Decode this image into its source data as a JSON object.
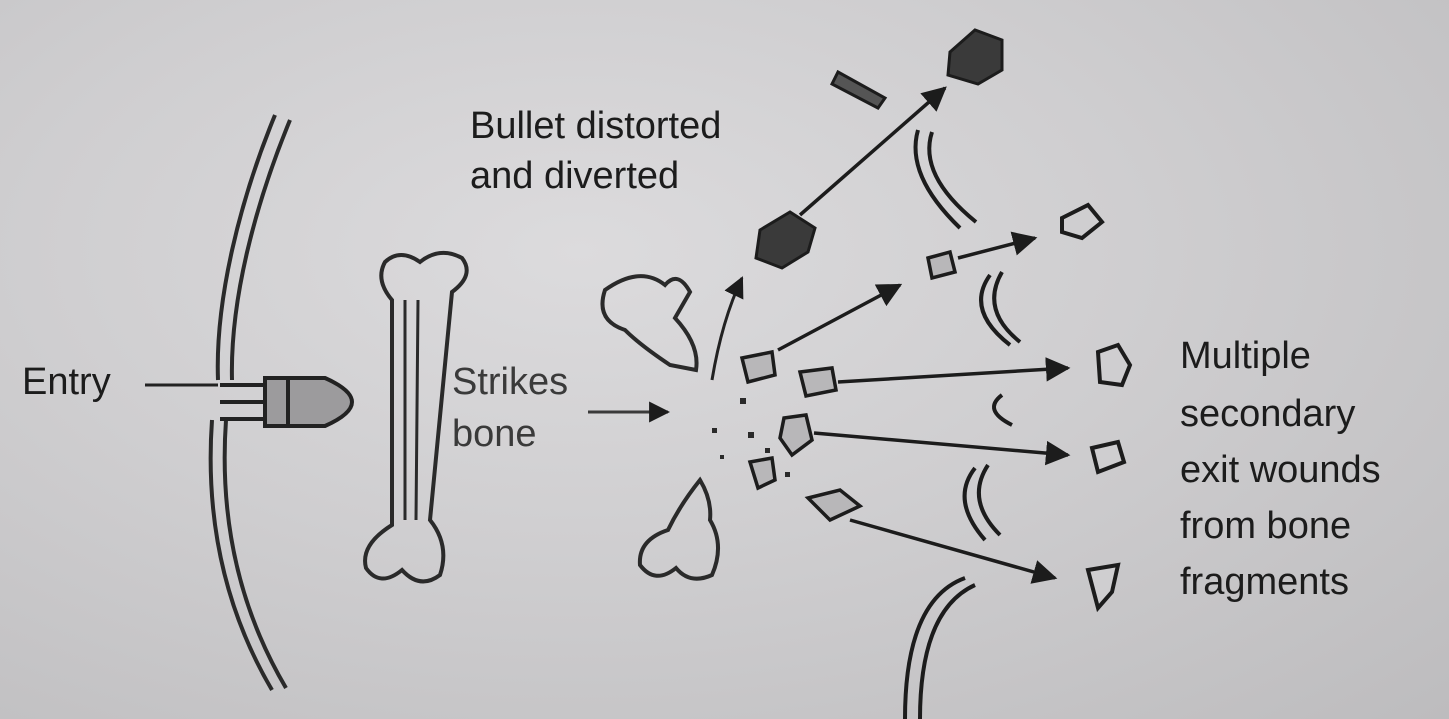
{
  "labels": {
    "entry": "Entry",
    "strikes_bone": [
      "Strikes",
      "bone"
    ],
    "bullet_distorted": [
      "Bullet distorted",
      "and diverted"
    ],
    "exit_wounds": [
      "Multiple",
      "secondary",
      "exit wounds",
      "from bone",
      "fragments"
    ]
  },
  "colors": {
    "ink": "#1c1c1c",
    "paper": "#d6d5d7"
  }
}
